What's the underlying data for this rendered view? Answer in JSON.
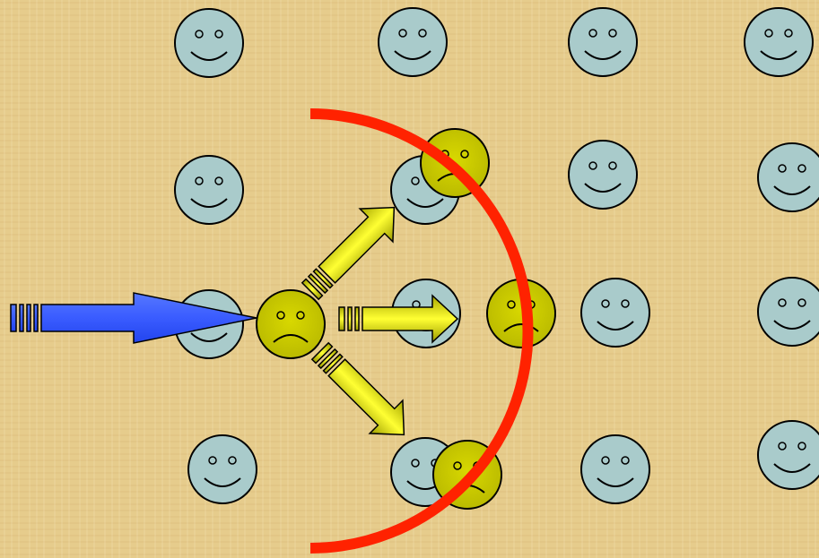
{
  "colors": {
    "background": "#e6cc8c",
    "calm_face": "#a9cbcb",
    "upset_face": "#c8c800",
    "incoming_arrow": "#3355ff",
    "outgoing_arrow": "#d4d400",
    "wavefront": "#ff2200",
    "outline": "#000000"
  },
  "faces": {
    "calm": [
      {
        "id": "r1c1"
      },
      {
        "id": "r1c2"
      },
      {
        "id": "r1c3"
      },
      {
        "id": "r1c4"
      },
      {
        "id": "r2c1"
      },
      {
        "id": "r2c2"
      },
      {
        "id": "r2c3"
      },
      {
        "id": "r2c4"
      },
      {
        "id": "r3c1"
      },
      {
        "id": "r3c2"
      },
      {
        "id": "r3c3"
      },
      {
        "id": "r3c4"
      },
      {
        "id": "r4c1"
      },
      {
        "id": "r4c2"
      },
      {
        "id": "r4c3"
      },
      {
        "id": "r4c4"
      }
    ],
    "upset": [
      {
        "id": "center"
      },
      {
        "id": "upper-right"
      },
      {
        "id": "right"
      },
      {
        "id": "lower-right"
      }
    ]
  },
  "arrows": {
    "incoming": {
      "icon": "right-arrow-icon",
      "direction": "right"
    },
    "outgoing": [
      {
        "icon": "up-right-arrow-icon",
        "direction": "up-right"
      },
      {
        "icon": "right-arrow-icon",
        "direction": "right"
      },
      {
        "icon": "down-right-arrow-icon",
        "direction": "down-right"
      }
    ]
  },
  "wavefront": {
    "shape": "arc",
    "icon": "wavefront-arc"
  }
}
